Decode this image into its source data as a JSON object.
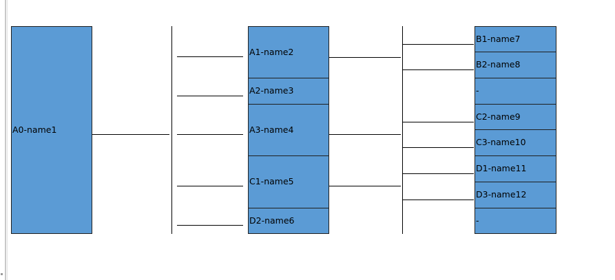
{
  "diagram": {
    "colors": {
      "node_fill": "#5b9bd5",
      "node_border": "#1e1e1e",
      "line": "#000000"
    },
    "root": {
      "label": "A0-name1"
    },
    "level1": [
      {
        "label": "A1-name2"
      },
      {
        "label": "A2-name3"
      },
      {
        "label": "A3-name4"
      },
      {
        "label": "C1-name5"
      },
      {
        "label": "D2-name6"
      }
    ],
    "level2": [
      {
        "label": "B1-name7"
      },
      {
        "label": "B2-name8"
      },
      {
        "label": "-"
      },
      {
        "label": "C2-name9"
      },
      {
        "label": "C3-name10"
      },
      {
        "label": "D1-name11"
      },
      {
        "label": "D3-name12"
      },
      {
        "label": "-"
      }
    ]
  }
}
